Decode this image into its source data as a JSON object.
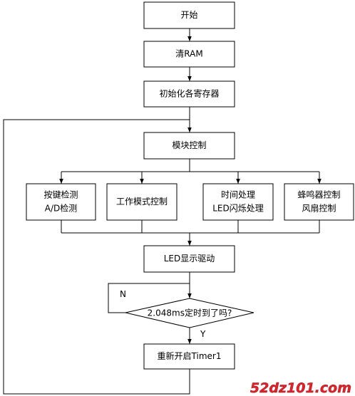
{
  "flowchart": {
    "start": "开始",
    "clear_ram": "清RAM",
    "init": "初始化各寄存器",
    "module": "模块控制",
    "branch_keys": [
      "按键检测",
      "A/D检测"
    ],
    "branch_mode": "工作模式控制",
    "branch_time": [
      "时间处理",
      "LED闪烁处理"
    ],
    "branch_buzzer": [
      "蜂鸣器控制",
      "风扇控制"
    ],
    "led_display": "LED显示驱动",
    "decision": "2.048ms定时到了吗?",
    "no_label": "N",
    "yes_label": "Y",
    "restart": "重新开启Timer1"
  },
  "watermark": {
    "text": "52dz101.com",
    "color": "#e4202a"
  }
}
